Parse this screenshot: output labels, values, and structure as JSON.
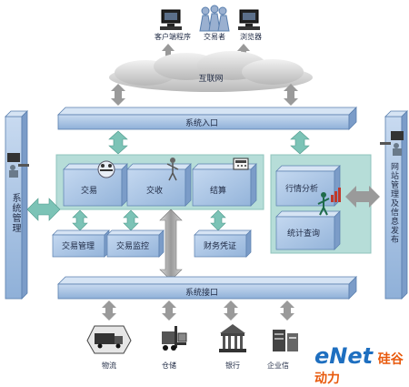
{
  "clients": {
    "client_program": "客户端程序",
    "trader": "交易者",
    "browser": "浏览器"
  },
  "internet": "互联网",
  "system_entry": "系统入口",
  "system_interface": "系统接口",
  "left_side": "系统管理",
  "right_side": "网站管理及信息发布",
  "modules": {
    "trading": "交易",
    "settlement_delivery": "交收",
    "clearing": "结算",
    "market_analysis": "行情分析",
    "stats_query": "统计查询",
    "trade_management": "交易管理",
    "trade_monitoring": "交易监控",
    "financial_vouchers": "财务凭证"
  },
  "bottom": {
    "logistics": "物流",
    "warehousing": "仓储",
    "bank": "银行",
    "enterprise_info": "企业信"
  },
  "watermark": {
    "brand": "eNet",
    "suffix": "硅谷动力"
  },
  "colors": {
    "bar_fill": "#a9c3e2",
    "bar_stroke": "#5a7fae",
    "teal_panel": "#b4dcd8",
    "box_fill": "#a9c3e2",
    "arrow_gray": "#a8a8a8",
    "arrow_teal": "#76c0b4",
    "watermark_blue": "#1e6fc0",
    "watermark_orange": "#e8590c"
  }
}
